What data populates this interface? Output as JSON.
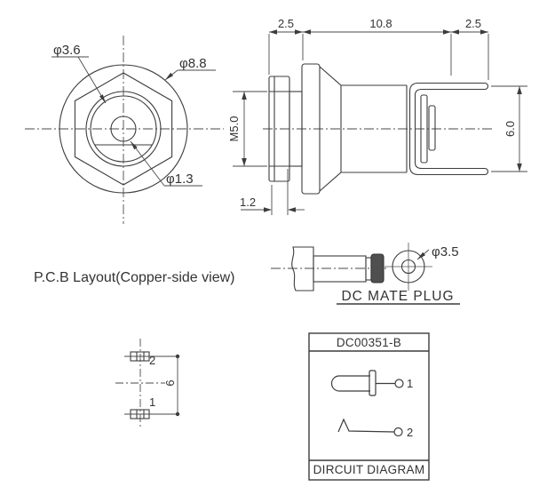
{
  "front_view": {
    "barrel_dia": "φ3.6",
    "nut_dia": "φ8.8",
    "pin_dia": "φ1.3"
  },
  "side_view": {
    "dim_front": "2.5",
    "dim_body": "10.8",
    "dim_rear": "2.5",
    "thread": "M5.0",
    "bracket_height": "6.0",
    "washer": "1.2"
  },
  "pcb_note": "P.C.B Layout(Copper-side view)",
  "mate_plug": {
    "tip_dia": "φ3.5",
    "caption": "DC MATE PLUG"
  },
  "pcb_layout": {
    "pin_top": "2",
    "pin_bottom": "1",
    "pitch": "6"
  },
  "circuit": {
    "model": "DC00351-B",
    "caption": "DIRCUIT DIAGRAM",
    "terminal1": "1",
    "terminal2": "2"
  }
}
